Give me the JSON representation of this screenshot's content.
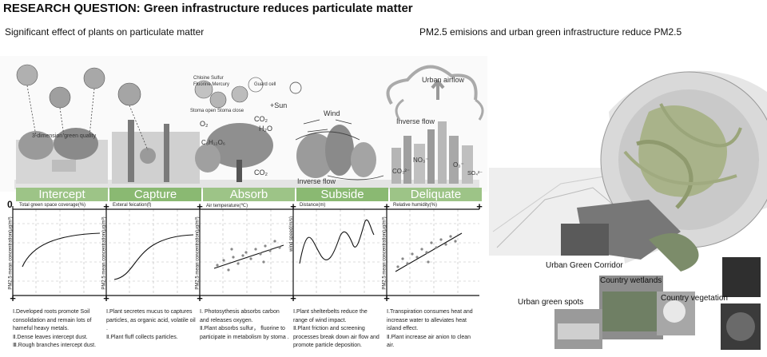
{
  "header": {
    "title": "RESEARCH QUESTION: Green infrastructure reduces particulate matter",
    "subtitle_left": "Significant effect of plants on particulate matter",
    "subtitle_right": "PM2.5 emisions and urban green infrastructure reduce PM2.5"
  },
  "stages": [
    "Intercept",
    "Capture",
    "Absorb",
    "Subside",
    "Deliquate"
  ],
  "illustration": {
    "quality_label": "3-dimension green quality",
    "pollutants_a": "Chloine   Sulfur",
    "pollutants_b": "Fluorine  Mercury",
    "guard_cell": "Guard cell",
    "stoma": "Stoma open  Stoma close",
    "sun": "+Sun",
    "o2": "O₂",
    "co2_top": "CO₂",
    "h2o": "H₂O",
    "glucose": "C₆H₁₂O₆",
    "co2_bottom": "CO₂",
    "wind": "Wind",
    "inverse_flow_bottom": "Inverse flow",
    "urban_airflow": "Urban airflow",
    "inverse_flow_top": "Inverse flow",
    "no3": "NO₃⁻",
    "o3": "O₃⁻",
    "co3": "CO₃²⁻",
    "so4": "SO₄²⁻",
    "zero": "0"
  },
  "charts": [
    {
      "xlabel": "Total green space coverage(%)",
      "ylabel": "PM2.5 mean concentration(μg/m³)"
    },
    {
      "xlabel": "Exteral feication(f)",
      "ylabel": "PM2.5 mean concentration(μg/m³)"
    },
    {
      "xlabel": "Air temperature(℃)",
      "ylabel": "PM2.5 mean concentration(μg/m³)"
    },
    {
      "xlabel": "Distance(m)",
      "ylabel": "wind speed(m/s)"
    },
    {
      "xlabel": "Relative humidity(%)",
      "ylabel": "PM2.5 mean concentration(μg/m³)"
    }
  ],
  "descriptions": [
    [
      "Ⅰ.Developed roots promote Soil consolidation and remain lots of hameful heavy metals.",
      "Ⅱ.Dense  leaves intercept dust.",
      "Ⅲ.Rough branches intercept dust."
    ],
    [
      "Ⅰ.Plant secretes mucus to captures particles, as organic  acid,  volatile oil .",
      "Ⅱ.Plant fluff collects particles."
    ],
    [
      "Ⅰ. Photosythesis absorbs carbon and releases oxygen.",
      "Ⅱ.Plant absorbs sulfur， fluorine to participate in metabolism by stoma ."
    ],
    [
      "Ⅰ.Plant shelterbelts reduce the range of wind impact.",
      "Ⅱ.Plant friction and screening processes break down air flow and promote particle deposition."
    ],
    [
      "Ⅰ.Transpiration consumes heat and increase water to alleviates heat island effect.",
      "Ⅱ.Plant increase air anion to clean air."
    ]
  ],
  "right_panel": {
    "corridor": "Urban Green Corridor",
    "wetlands": "Country wetlands",
    "spots": "Urban green spots",
    "vegetation": "Country vegetation"
  }
}
